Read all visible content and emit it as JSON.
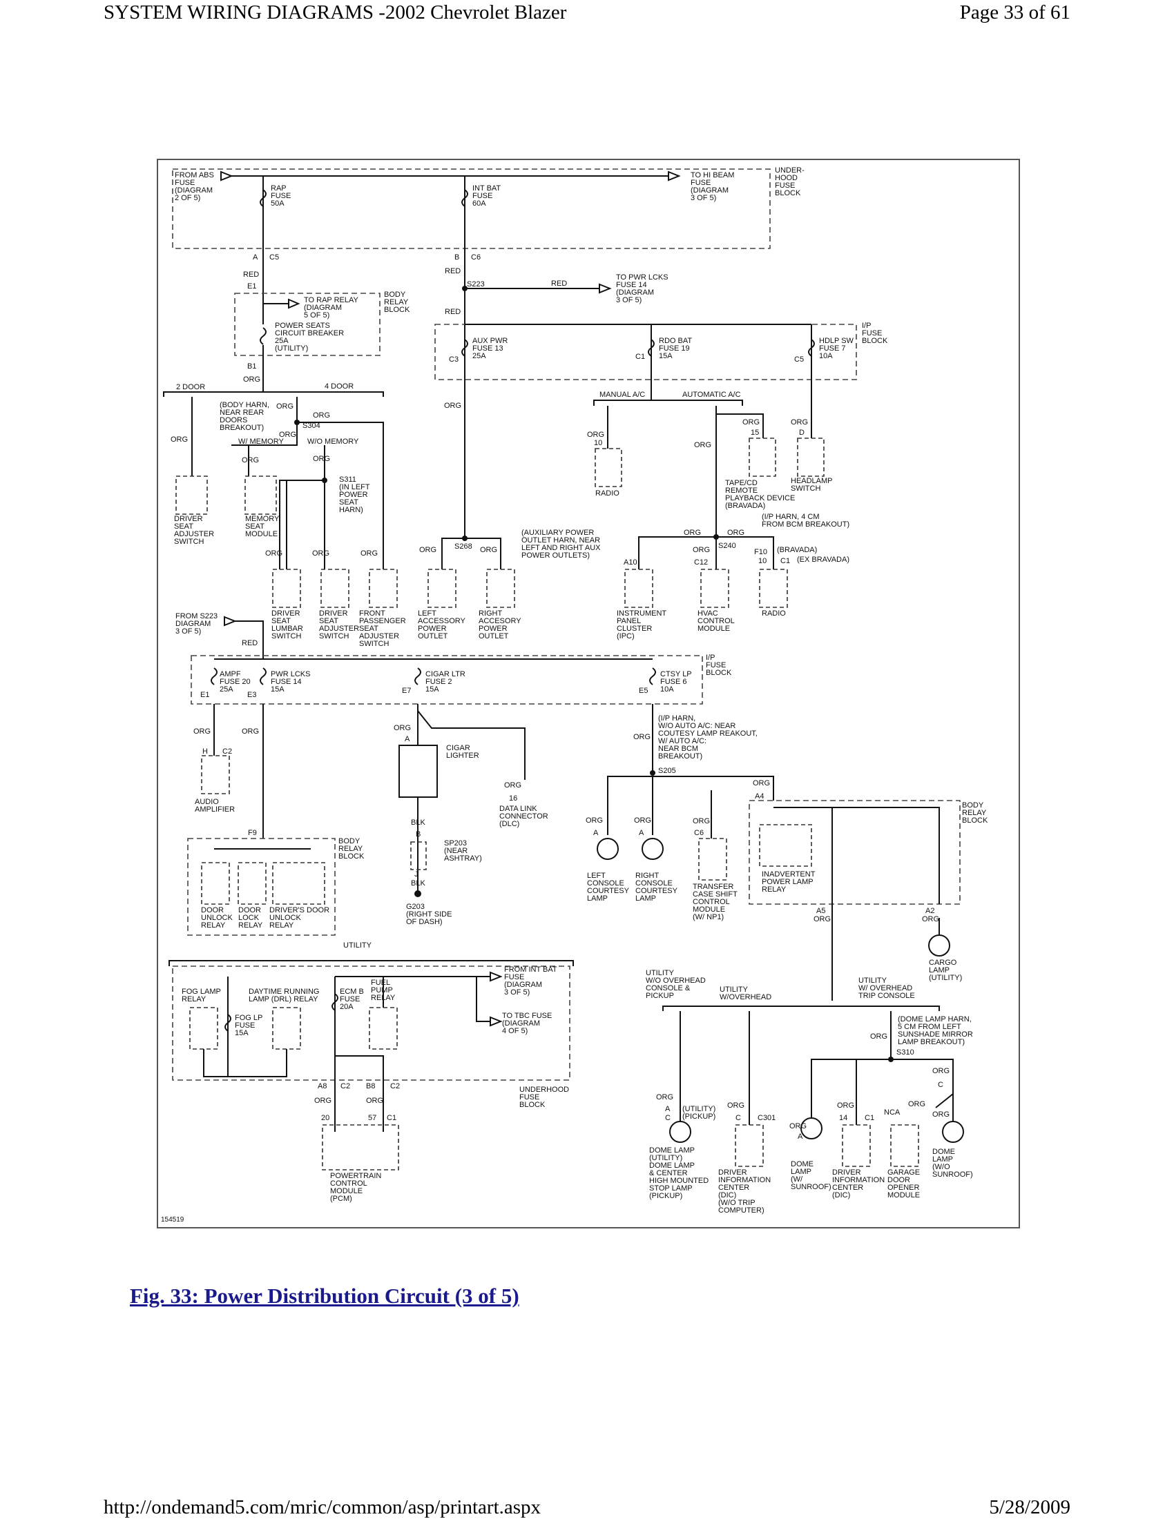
{
  "header": {
    "title": "SYSTEM WIRING DIAGRAMS -2002 Chevrolet Blazer",
    "page": "Page 33 of 61"
  },
  "footer": {
    "url": "http://ondemand5.com/mric/common/asp/printart.aspx",
    "date": "5/28/2009"
  },
  "figure": {
    "caption": "Fig. 33: Power Distribution Circuit (3 of 5)",
    "id_number": "154519"
  },
  "labels": {
    "from_abs": [
      "FROM ABS",
      "FUSE",
      "(DIAGRAM",
      "2 OF 5)"
    ],
    "rap_fuse": [
      "RAP",
      "FUSE",
      "50A"
    ],
    "int_bat_fuse": [
      "INT BAT",
      "FUSE",
      "60A"
    ],
    "to_hi_beam": [
      "TO HI BEAM",
      "FUSE",
      "(DIAGRAM",
      "3 OF 5)"
    ],
    "underhood_block": [
      "UNDER-",
      "HOOD",
      "FUSE",
      "BLOCK"
    ],
    "conn_a_c5": "A",
    "c5": "C5",
    "conn_b_c6": "B",
    "c6": "C6",
    "red1": "RED",
    "red2": "RED",
    "red3": "RED",
    "red4": "RED",
    "e1": "E1",
    "s223": "S223",
    "to_pwr_lcks": [
      "TO PWR LCKS",
      "FUSE 14",
      "(DIAGRAM",
      "3 OF 5)"
    ],
    "to_rap_relay": [
      "TO RAP RELAY",
      "(DIAGRAM",
      "5 OF 5)"
    ],
    "body_relay_block": [
      "BODY",
      "RELAY",
      "BLOCK"
    ],
    "power_seats_cb": [
      "POWER SEATS",
      "CIRCUIT BREAKER",
      "25A",
      "(UTILITY)"
    ],
    "b1": "B1",
    "org_b1": "ORG",
    "ip_fuse_block": [
      "I/P",
      "FUSE",
      "BLOCK"
    ],
    "aux_pwr": [
      "AUX PWR",
      "FUSE 13",
      "25A"
    ],
    "c3": "C3",
    "rdo_bat": [
      "RDO BAT",
      "FUSE 19",
      "15A"
    ],
    "c1": "C1",
    "hdlp_sw": [
      "HDLP SW",
      "FUSE 7",
      "10A"
    ],
    "c5b": "C5",
    "two_door": "2 DOOR",
    "four_door": "4 DOOR",
    "body_harn": [
      "(BODY HARN,",
      "NEAR REAR",
      "DOORS",
      "BREAKOUT)"
    ],
    "s304": "S304",
    "w_memory": "W/ MEMORY",
    "wo_memory": "W/O MEMORY",
    "org_generic": "ORG",
    "manual_ac": "MANUAL A/C",
    "automatic_ac": "AUTOMATIC A/C",
    "driver_seat_adj": [
      "DRIVER",
      "SEAT",
      "ADJUSTER",
      "SWITCH"
    ],
    "memory_seat": [
      "MEMORY",
      "SEAT",
      "MODULE"
    ],
    "s311": [
      "S311",
      "(IN LEFT",
      "POWER",
      "SEAT",
      "HARN)"
    ],
    "radio_pin": "10",
    "radio": "RADIO",
    "tape_cd": [
      "TAPE/CD",
      "REMOTE",
      "PLAYBACK DEVICE",
      "(BRAVADA)"
    ],
    "headlamp_sw": [
      "HEADLAMP",
      "SWITCH"
    ],
    "pin_15": "15",
    "pin_d": "D",
    "aux_harn": [
      "(AUXILIARY POWER",
      "OUTLET HARN, NEAR",
      "LEFT AND RIGHT AUX",
      "POWER OUTLETS)"
    ],
    "s268": "S268",
    "ip_harn_4cm": [
      "(I/P HARN, 4 CM",
      "FROM BCM BREAKOUT)"
    ],
    "s240": "S240",
    "bravada": "(BRAVADA)",
    "ex_bravada": "(EX BRAVADA)",
    "a10": "A10",
    "c12": "C12",
    "f10": "F10",
    "pin_10b": "10",
    "driver_lumbar": [
      "DRIVER",
      "SEAT",
      "LUMBAR",
      "SWITCH"
    ],
    "driver_seat_adj2": [
      "DRIVER",
      "SEAT",
      "ADJUSTER",
      "SWITCH"
    ],
    "front_pass": [
      "FRONT",
      "PASSENGER",
      "SEAT",
      "ADJUSTER",
      "SWITCH"
    ],
    "left_outlet": [
      "LEFT",
      "ACCESSORY",
      "POWER",
      "OUTLET"
    ],
    "right_outlet": [
      "RIGHT",
      "ACCESORY",
      "POWER",
      "OUTLET"
    ],
    "ipc": [
      "INSTRUMENT",
      "PANEL",
      "CLUSTER",
      "(IPC)"
    ],
    "hvac": [
      "HVAC",
      "CONTROL",
      "MODULE"
    ],
    "radio2": "RADIO",
    "from_s223": [
      "FROM S223",
      "DIAGRAM",
      "3 OF 5)"
    ],
    "ampf": [
      "AMPF",
      "FUSE 20",
      "25A"
    ],
    "pwr_lcks": [
      "PWR LCKS",
      "FUSE 14",
      "15A"
    ],
    "cigar_ltr": [
      "CIGAR LTR",
      "FUSE 2",
      "15A"
    ],
    "ctsy_lp": [
      "CTSY LP",
      "FUSE 6",
      "10A"
    ],
    "e1b": "E1",
    "e3": "E3",
    "e7": "E7",
    "e5": "E5",
    "ip_harn_auto": [
      "(I/P HARN,",
      "W/O AUTO A/C: NEAR",
      "COUTESY LAMP REAKOUT,",
      "W/ AUTO A/C:",
      "NEAR BCM",
      "BREAKOUT)"
    ],
    "s205": "S205",
    "cigar_lighter": [
      "CIGAR",
      "LIGHTER"
    ],
    "pin_h": "H",
    "c2": "C2",
    "audio_amp": [
      "AUDIO",
      "AMPLIFIER"
    ],
    "data_link": [
      "DATA LINK",
      "CONNECTOR",
      "(DLC)"
    ],
    "pin_16": "16",
    "blk": "BLK",
    "sp203": [
      "SP203",
      "(NEAR",
      "ASHTRAY)"
    ],
    "g203": [
      "G203",
      "(RIGHT SIDE",
      "OF DASH)"
    ],
    "pin_j": "J",
    "f9": "F9",
    "body_relay_block2": [
      "BODY",
      "RELAY",
      "BLOCK"
    ],
    "door_unlock": [
      "DOOR",
      "UNLOCK",
      "RELAY"
    ],
    "door_lock": [
      "DOOR",
      "LOCK",
      "RELAY"
    ],
    "drivers_door": [
      "DRIVER'S DOOR",
      "UNLOCK",
      "RELAY"
    ],
    "left_console": [
      "LEFT",
      "CONSOLE",
      "COURTESY",
      "LAMP"
    ],
    "right_console": [
      "RIGHT",
      "CONSOLE",
      "COURTESY",
      "LAMP"
    ],
    "transfer_case": [
      "TRANSFER",
      "CASE SHIFT",
      "CONTROL",
      "MODULE",
      "(W/ NP1)"
    ],
    "c6b": "C6",
    "a4": "A4",
    "inadvertent": [
      "INADVERTENT",
      "POWER LAMP",
      "RELAY"
    ],
    "body_relay_block3": [
      "BODY",
      "RELAY",
      "BLOCK"
    ],
    "a5": "A5",
    "a2": "A2",
    "cargo_lamp": [
      "CARGO",
      "LAMP",
      "(UTILITY)"
    ],
    "utility_top": "UTILITY",
    "fog_lamp_relay": [
      "FOG LAMP",
      "RELAY"
    ],
    "drl_relay": [
      "DAYTIME RUNNING",
      "LAMP (DRL) RELAY"
    ],
    "fog_lp_fuse": [
      "FOG LP",
      "FUSE",
      "15A"
    ],
    "ecm_b": [
      "ECM B",
      "FUSE",
      "20A"
    ],
    "fuel_pump": [
      "FUEL",
      "PUMP",
      "RELAY"
    ],
    "from_int_bat": [
      "FROM INT BAT",
      "FUSE",
      "(DIAGRAM",
      "3 OF 5)"
    ],
    "to_tbc": [
      "TO TBC FUSE",
      "(DIAGRAM",
      "4 OF 5)"
    ],
    "underhood_block2": [
      "UNDERHOOD",
      "FUSE",
      "BLOCK"
    ],
    "a8": "A8",
    "b8": "B8",
    "c2b": "C2",
    "pin_20": "20",
    "pin_57": "57",
    "c1b": "C1",
    "pcm": [
      "POWERTRAIN",
      "CONTROL",
      "MODULE",
      "(PCM)"
    ],
    "util_overhead_pickup": [
      "UTILITY",
      "W/O OVERHEAD",
      "CONSOLE &",
      "PICKUP"
    ],
    "util_w_overhead": [
      "UTILITY",
      "W/OVERHEAD"
    ],
    "util_trip": [
      "UTILITY",
      "W/ OVERHEAD",
      "TRIP CONSOLE"
    ],
    "dome_harn": [
      "(DOME LAMP HARN,",
      "5 CM FROM LEFT",
      "SUNSHADE MIRROR",
      "LAMP BREAKOUT)"
    ],
    "s310": "S310",
    "utility_pickup": [
      "(UTILITY)",
      "(PICKUP)"
    ],
    "c301": "C301",
    "nca": "NCA",
    "pin_14": "14",
    "pin_c": "C",
    "pin_a": "A",
    "dome_lamp_util": [
      "DOME LAMP",
      "(UTILITY)",
      "DOME LAMP",
      "& CENTER",
      "HIGH MOUNTED",
      "STOP LAMP",
      "(PICKUP)"
    ],
    "dic_wo_trip": [
      "DRIVER",
      "INFORMATION",
      "CENTER",
      "(DIC)",
      "(W/O TRIP",
      "COMPUTER)"
    ],
    "dome_w_sunroof": [
      "DOME",
      "LAMP",
      "(W/",
      "SUNROOF)"
    ],
    "dic": [
      "DRIVER",
      "INFORMATION",
      "CENTER",
      "(DIC)"
    ],
    "garage_door": [
      "GARAGE",
      "DOOR",
      "OPENER",
      "MODULE"
    ],
    "dome_wo_sunroof": [
      "DOME",
      "LAMP",
      "(W/O",
      "SUNROOF)"
    ]
  }
}
